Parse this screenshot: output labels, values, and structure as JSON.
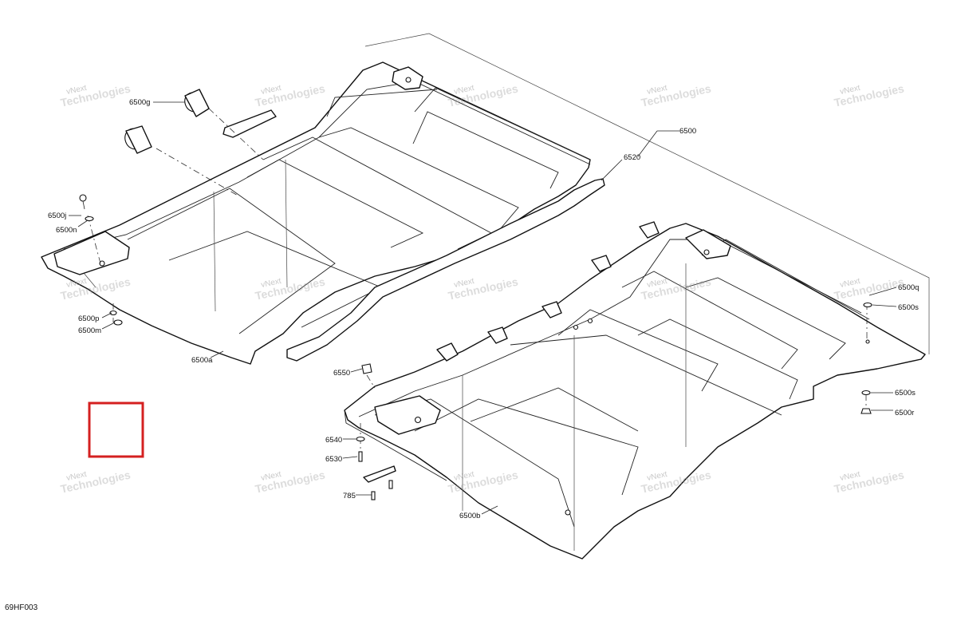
{
  "drawing": {
    "code": "69HF003",
    "highlight_color": "#d42020"
  },
  "callouts": {
    "6500": "6500",
    "6500a": "6500a",
    "6500b": "6500b",
    "6500g": "6500g",
    "6500j": "6500j",
    "6500n": "6500n",
    "6500p": "6500p",
    "6500m": "6500m",
    "6500q": "6500q",
    "6500s_top": "6500s",
    "6500s_bottom": "6500s",
    "6500r": "6500r",
    "6520": "6520",
    "6550": "6550",
    "6540": "6540",
    "6530": "6530",
    "785": "785"
  },
  "watermark": {
    "line1": "vNext",
    "line2": "Technologies"
  }
}
